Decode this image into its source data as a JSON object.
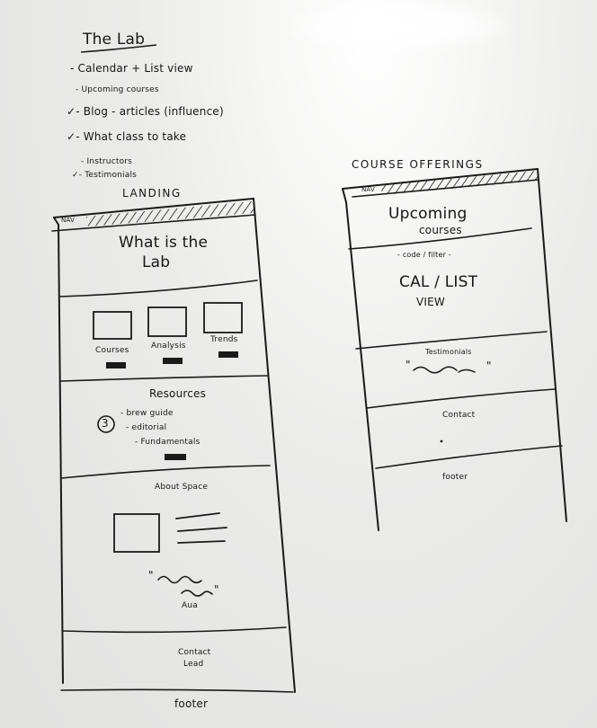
{
  "notes": {
    "title": "The Lab",
    "items": [
      {
        "check": "",
        "text": "- Calendar + List view"
      },
      {
        "check": "",
        "text": "- Upcoming courses"
      },
      {
        "check": "✓",
        "text": "- Blog - articles (influence)"
      },
      {
        "check": "✓",
        "text": "- What class to take"
      },
      {
        "check": "",
        "text": "- Instructors"
      },
      {
        "check": "✓",
        "text": "- Testimonials"
      }
    ]
  },
  "landing": {
    "heading": "LANDING",
    "nav": "NAV",
    "hero": [
      "What is the",
      "Lab"
    ],
    "cards": [
      "Courses",
      "Analysis",
      "Trends"
    ],
    "resources": {
      "title": "Resources",
      "count": "3",
      "items": [
        "- brew guide",
        "- editorial",
        "- Fundamentals"
      ]
    },
    "about": "About Space",
    "quote_attr": "Aua",
    "contact": [
      "Contact",
      "Lead"
    ],
    "footer": "footer"
  },
  "courses": {
    "heading": "COURSE OFFERINGS",
    "nav": "NAV",
    "title": [
      "Upcoming",
      "courses"
    ],
    "filter": "- code / filter -",
    "view": [
      "CAL / LIST",
      "VIEW"
    ],
    "testimonial": "Testimonials",
    "contact": "Contact",
    "footer": "footer"
  },
  "colors": {
    "ink": "#1a1a1a",
    "board": "#e8e8e7"
  }
}
